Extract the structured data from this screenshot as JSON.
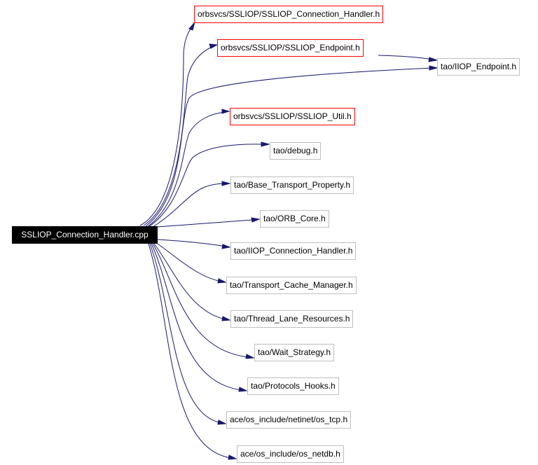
{
  "root": "SSLIOP_Connection_Handler.cpp",
  "nodes": {
    "n1": "orbsvcs/SSLIOP/SSLIOP_Connection_Handler.h",
    "n2": "orbsvcs/SSLIOP/SSLIOP_Endpoint.h",
    "n3": "tao/IIOP_Endpoint.h",
    "n4": "orbsvcs/SSLIOP/SSLIOP_Util.h",
    "n5": "tao/debug.h",
    "n6": "tao/Base_Transport_Property.h",
    "n7": "tao/ORB_Core.h",
    "n8": "tao/IIOP_Connection_Handler.h",
    "n9": "tao/Transport_Cache_Manager.h",
    "n10": "tao/Thread_Lane_Resources.h",
    "n11": "tao/Wait_Strategy.h",
    "n12": "tao/Protocols_Hooks.h",
    "n13": "ace/os_include/netinet/os_tcp.h",
    "n14": "ace/os_include/os_netdb.h"
  },
  "colors": {
    "edge": "#191970",
    "highlight_border": "#ff0000",
    "normal_border": "#bfbfbf"
  }
}
